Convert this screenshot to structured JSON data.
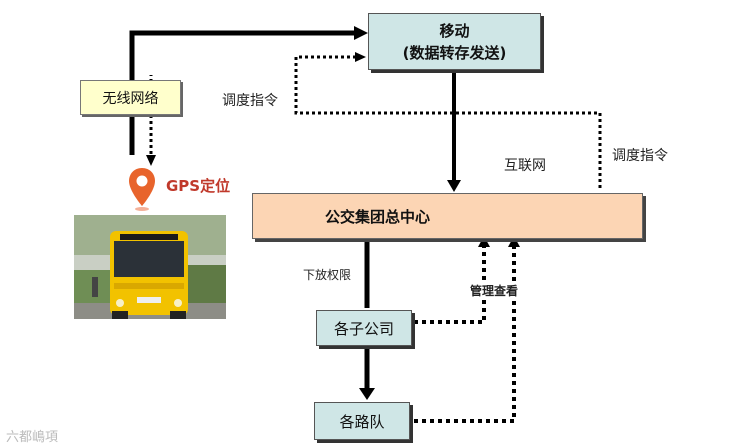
{
  "nodes": {
    "mobile_title": "移动",
    "mobile_subtitle": "(数据转存发送)",
    "wireless": "无线网络",
    "bus_center": "公交集团总中心",
    "branch": "各子公司",
    "route_team": "各路队"
  },
  "labels": {
    "dispatch_left": "调度指令",
    "dispatch_right": "调度指令",
    "internet": "互联网",
    "gps": "GPS定位",
    "delegate": "下放权限",
    "manage_view": "管理查看"
  },
  "watermark": "六都嶋項",
  "colors": {
    "mobile_box": "#cfe6e6",
    "wireless_box": "#ffffcc",
    "center_box": "#fcd5b4",
    "sub_box": "#cfe6e6",
    "gps_red": "#c0392b",
    "pin": "#e8642c",
    "bus_yellow": "#f2c200"
  },
  "icons": [
    "location-pin-icon",
    "bus-photo"
  ]
}
